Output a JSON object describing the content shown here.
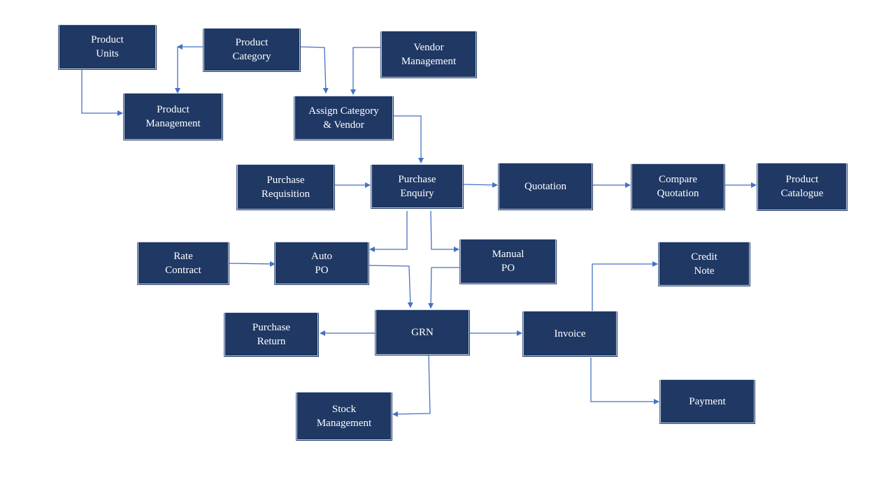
{
  "diagram": {
    "accent_color": "#1f3864",
    "arrow_color": "#4472c4",
    "nodes": [
      {
        "id": "product-units",
        "label": "Product\nUnits"
      },
      {
        "id": "product-category",
        "label": "Product\nCategory"
      },
      {
        "id": "vendor-management",
        "label": "Vendor\nManagement"
      },
      {
        "id": "product-management",
        "label": "Product\nManagement"
      },
      {
        "id": "assign-category-vendor",
        "label": "Assign  Category\n& Vendor"
      },
      {
        "id": "purchase-requisition",
        "label": "Purchase\nRequisition"
      },
      {
        "id": "purchase-enquiry",
        "label": "Purchase\nEnquiry"
      },
      {
        "id": "quotation",
        "label": "Quotation"
      },
      {
        "id": "compare-quotation",
        "label": "Compare\nQuotation"
      },
      {
        "id": "product-catalogue",
        "label": "Product\nCatalogue"
      },
      {
        "id": "rate-contract",
        "label": "Rate\nContract"
      },
      {
        "id": "auto-po",
        "label": "Auto\nPO"
      },
      {
        "id": "manual-po",
        "label": "Manual\nPO"
      },
      {
        "id": "credit-note",
        "label": "Credit\nNote"
      },
      {
        "id": "purchase-return",
        "label": "Purchase\nReturn"
      },
      {
        "id": "grn",
        "label": "GRN"
      },
      {
        "id": "invoice",
        "label": "Invoice"
      },
      {
        "id": "stock-management",
        "label": "Stock\nManagement"
      },
      {
        "id": "payment",
        "label": "Payment"
      }
    ],
    "edges": [
      {
        "from": "product-units",
        "to": "product-management"
      },
      {
        "from": "product-category",
        "to": "product-units"
      },
      {
        "from": "product-category",
        "to": "product-management"
      },
      {
        "from": "product-category",
        "to": "assign-category-vendor"
      },
      {
        "from": "vendor-management",
        "to": "assign-category-vendor"
      },
      {
        "from": "assign-category-vendor",
        "to": "purchase-enquiry"
      },
      {
        "from": "purchase-requisition",
        "to": "purchase-enquiry"
      },
      {
        "from": "purchase-enquiry",
        "to": "quotation"
      },
      {
        "from": "quotation",
        "to": "compare-quotation"
      },
      {
        "from": "compare-quotation",
        "to": "product-catalogue"
      },
      {
        "from": "purchase-enquiry",
        "to": "auto-po"
      },
      {
        "from": "purchase-enquiry",
        "to": "manual-po"
      },
      {
        "from": "rate-contract",
        "to": "auto-po"
      },
      {
        "from": "auto-po",
        "to": "grn"
      },
      {
        "from": "manual-po",
        "to": "grn"
      },
      {
        "from": "grn",
        "to": "purchase-return"
      },
      {
        "from": "grn",
        "to": "invoice"
      },
      {
        "from": "grn",
        "to": "stock-management"
      },
      {
        "from": "invoice",
        "to": "credit-note"
      },
      {
        "from": "invoice",
        "to": "payment"
      }
    ]
  }
}
